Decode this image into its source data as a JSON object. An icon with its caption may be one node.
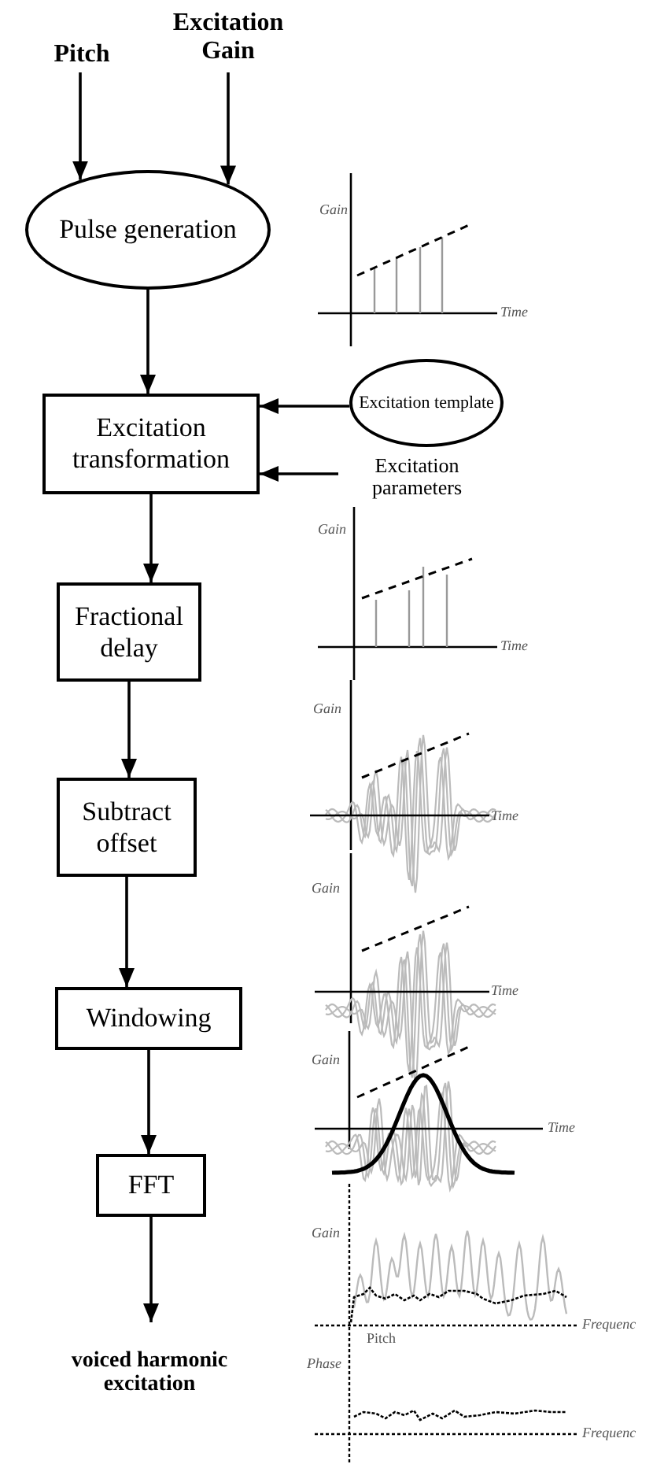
{
  "diagram": {
    "nodes": [
      {
        "text": [
          "Pitch"
        ]
      },
      {
        "text": [
          "Excitation Gain"
        ]
      },
      {
        "text": [
          "Pulse generation"
        ]
      },
      {
        "text": [
          "Excitation transformation"
        ]
      },
      {
        "text": [
          "Excitation template"
        ]
      },
      {
        "text": [
          "Excitation parameters"
        ]
      },
      {
        "text": [
          "Fractional delay"
        ]
      },
      {
        "text": [
          "Subtract offset"
        ]
      },
      {
        "text": [
          "Windowing"
        ]
      },
      {
        "text": [
          "FFT"
        ]
      },
      {
        "text": [
          "voiced harmonic excitation"
        ]
      }
    ],
    "edges": [
      {
        "from": 0,
        "to": 2,
        "arrow": "to"
      },
      {
        "from": 1,
        "to": 2,
        "arrow": "to"
      },
      {
        "from": 2,
        "to": 3,
        "arrow": "to"
      },
      {
        "from": 4,
        "to": 3,
        "arrow": "to"
      },
      {
        "from": 5,
        "to": 3,
        "arrow": "to"
      },
      {
        "from": 3,
        "to": 6,
        "arrow": "to"
      },
      {
        "from": 6,
        "to": 7,
        "arrow": "to"
      },
      {
        "from": 7,
        "to": 8,
        "arrow": "to"
      },
      {
        "from": 8,
        "to": 9,
        "arrow": "to"
      },
      {
        "from": 9,
        "to": 10,
        "arrow": "to"
      }
    ],
    "labels": [
      "Gain",
      "Time",
      "Gain",
      "Time",
      "Gain",
      "Time",
      "Gain",
      "Time",
      "Gain",
      "Time",
      "Gain",
      "Frequenc",
      "Pitch",
      "Phase",
      "Frequenc"
    ]
  }
}
